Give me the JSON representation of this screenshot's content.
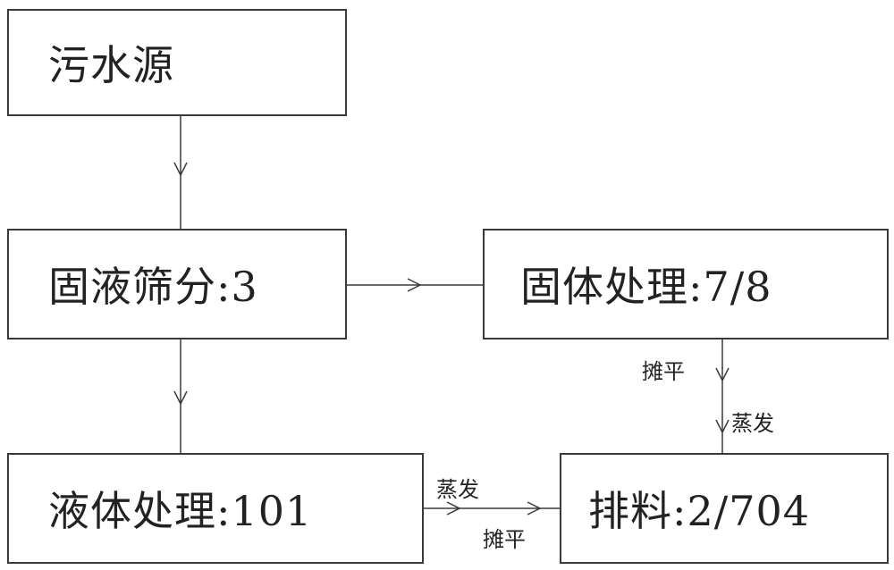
{
  "nodes": {
    "source": "污水源",
    "screening": "固液筛分:3",
    "solid": "固体处理:7/8",
    "liquid": "液体处理:101",
    "discharge": "排料:2/704"
  },
  "edge_labels": {
    "solid_spread": "摊平",
    "solid_evaporate": "蒸发",
    "liquid_evaporate": "蒸发",
    "liquid_spread": "摊平"
  }
}
